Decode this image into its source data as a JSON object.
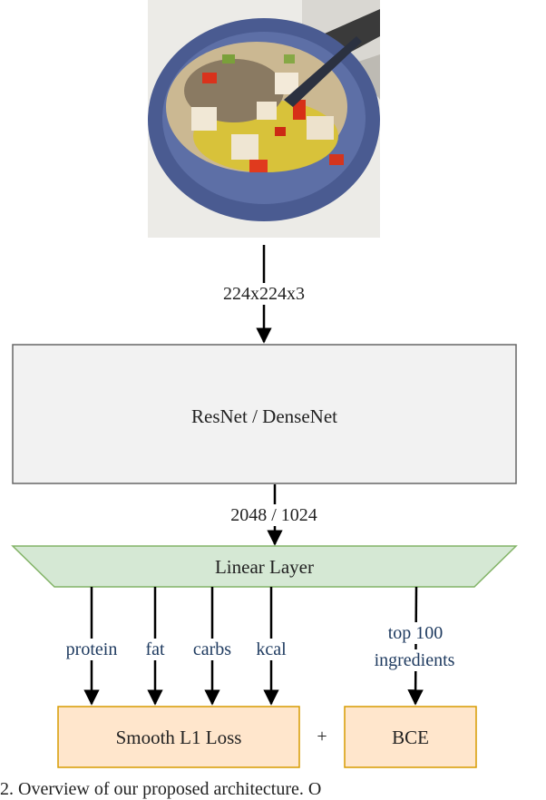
{
  "image": {
    "subject": "bowl-of-rice-with-tofu-and-vegetables"
  },
  "edges": {
    "input_dims": "224x224x3",
    "feature_dims": "2048 / 1024"
  },
  "nodes": {
    "backbone": "ResNet / DenseNet",
    "linear": "Linear Layer",
    "smooth_l1": "Smooth L1 Loss",
    "bce": "BCE",
    "plus": "+"
  },
  "outputs": {
    "regression": [
      "protein",
      "fat",
      "carbs",
      "kcal"
    ],
    "ingredients_line1": "top 100",
    "ingredients_line2": "ingredients"
  },
  "caption": "2. Overview of our proposed architecture. O",
  "colors": {
    "backbone_fill": "#f2f2f2",
    "backbone_stroke": "#666666",
    "linear_fill": "#d5e8d4",
    "linear_stroke": "#82b366",
    "loss_fill": "#ffe6cc",
    "loss_stroke": "#d79b00",
    "label_blue": "#1f3b60"
  }
}
